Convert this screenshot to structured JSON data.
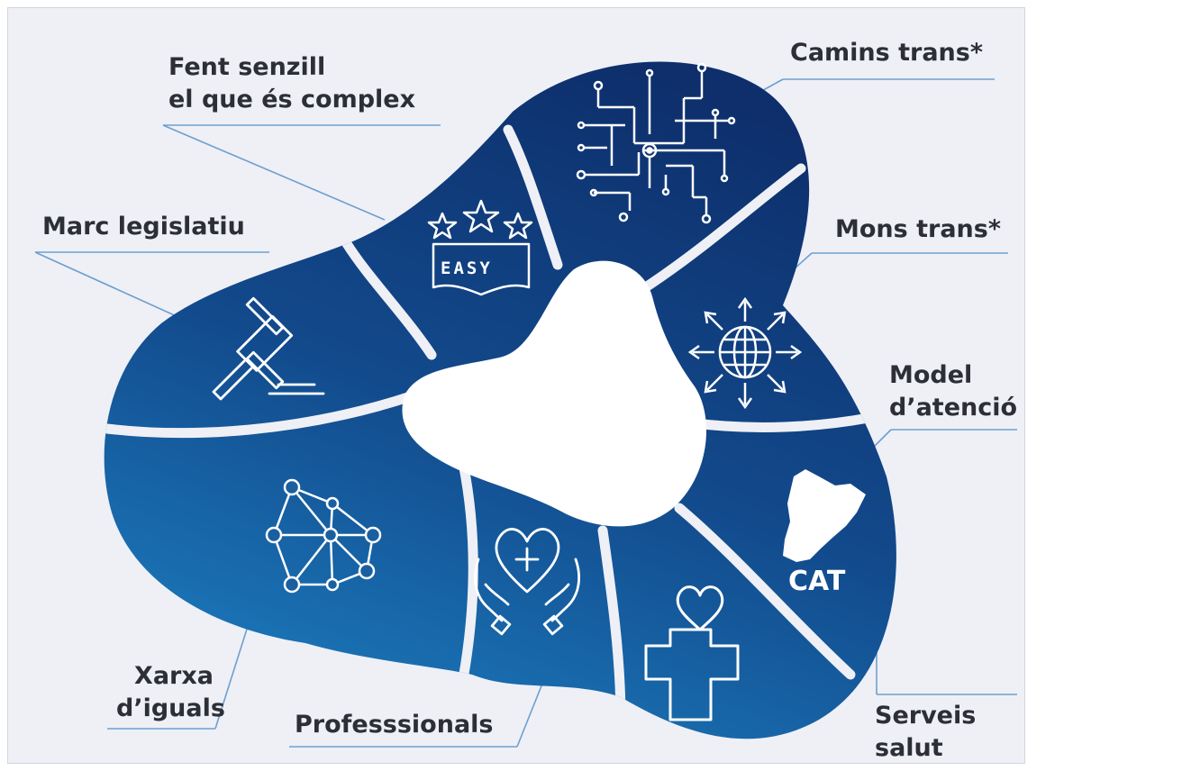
{
  "colors": {
    "background": "#eef0f6",
    "segment_dark": "#0e2f6c",
    "segment_light": "#1868ad",
    "label_text": "#2d2f36",
    "leader_line": "#6d9fcf"
  },
  "segments": [
    {
      "id": "camins",
      "lines": [
        "Camins trans*"
      ],
      "icon": "circuit-paths-icon"
    },
    {
      "id": "mons",
      "lines": [
        "Mons trans*"
      ],
      "icon": "globe-arrows-icon"
    },
    {
      "id": "model",
      "lines": [
        "Model",
        "d’atenció"
      ],
      "icon": "catalonia-map-icon",
      "icon_text": "CAT"
    },
    {
      "id": "serveis",
      "lines": [
        "Serveis",
        "salut"
      ],
      "icon": "health-cross-heart-icon"
    },
    {
      "id": "professionals",
      "lines": [
        "Professsionals"
      ],
      "icon": "hands-heart-icon"
    },
    {
      "id": "xarxa",
      "lines": [
        "Xarxa",
        "d’iguals"
      ],
      "icon": "network-nodes-icon"
    },
    {
      "id": "marc",
      "lines": [
        "Marc legislatiu"
      ],
      "icon": "gavel-icon"
    },
    {
      "id": "fent",
      "lines": [
        "Fent senzill",
        "el que és complex"
      ],
      "icon": "easy-stars-icon",
      "icon_text": "EASY"
    }
  ]
}
